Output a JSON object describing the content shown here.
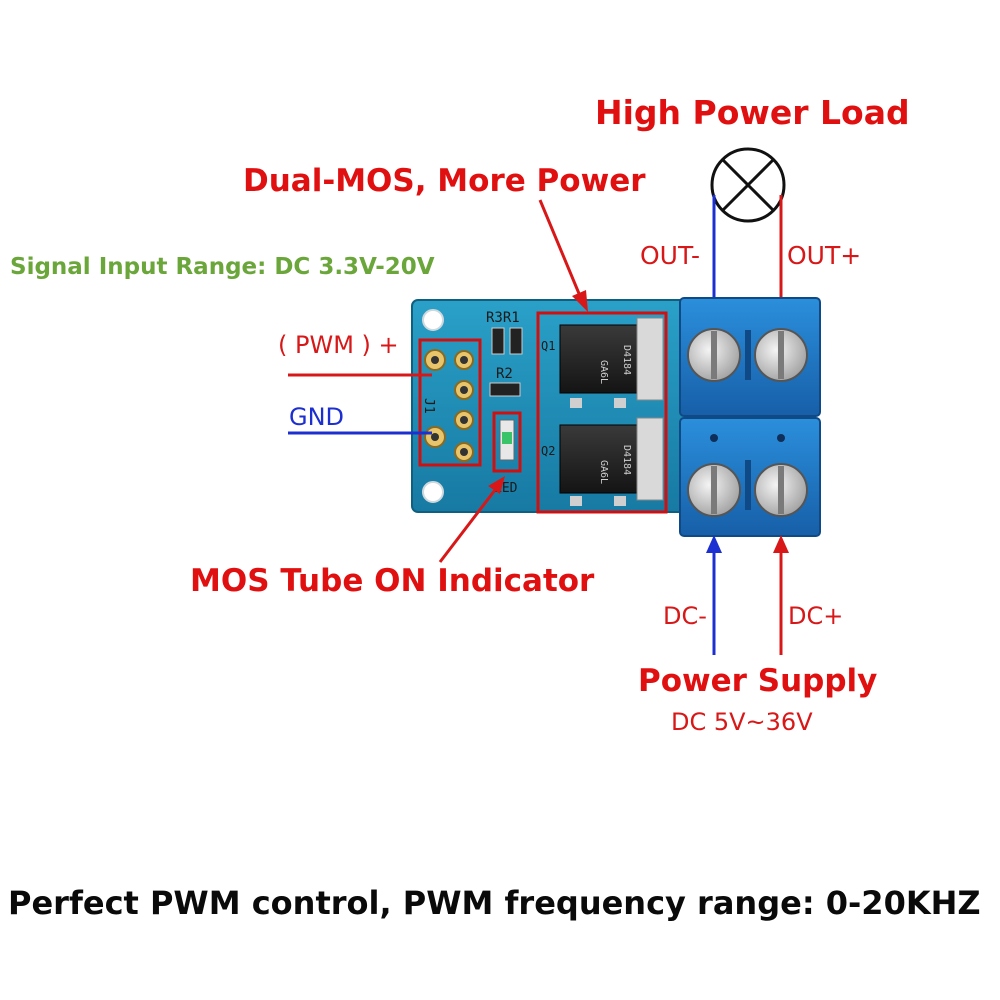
{
  "labels": {
    "high_power_load": "High Power Load",
    "dual_mos": "Dual-MOS, More Power",
    "signal_input": "Signal Input Range: DC 3.3V-20V",
    "pwm_plus": "( PWM ) +",
    "gnd": "GND",
    "out_minus": "OUT-",
    "out_plus": "OUT+",
    "mos_indicator": "MOS Tube ON Indicator",
    "dc_minus": "DC-",
    "dc_plus": "DC+",
    "power_supply": "Power Supply",
    "power_range": "DC 5V~36V",
    "footer": "Perfect PWM control, PWM frequency range: 0-20KHZ"
  },
  "board_silkscreen": {
    "r3r1": "R3R1",
    "r2": "R2",
    "q1": "Q1",
    "q2": "Q2",
    "j1": "J1",
    "led": "LED",
    "chip_code": "GA6L",
    "chip_part": "D4184"
  },
  "colors": {
    "label_red": "#e01010",
    "label_green": "#6aa63a",
    "wire_blue": "#1c2fd0",
    "pcb_blue": "#1f8fb8",
    "terminal_blue": "#1e7fc9"
  }
}
